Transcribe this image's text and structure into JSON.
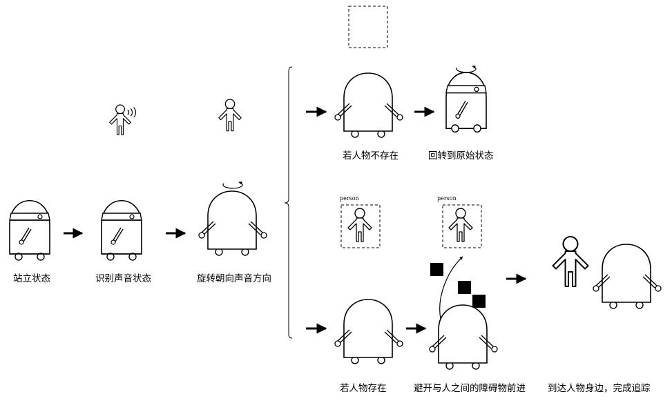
{
  "labels": {
    "standing": "站立状态",
    "recognize_sound": "识别声音状态",
    "rotate_to_sound": "旋转朝向声音方向",
    "person_absent": "若人物不存在",
    "return_original": "回转到原始状态",
    "person_present": "若人物存在",
    "avoid_obstacles": "避开与人之间的障碍物前进",
    "reach_person": "到达人物身边，完成追踪"
  },
  "tags": {
    "person_a": "person",
    "person_b": "person"
  }
}
